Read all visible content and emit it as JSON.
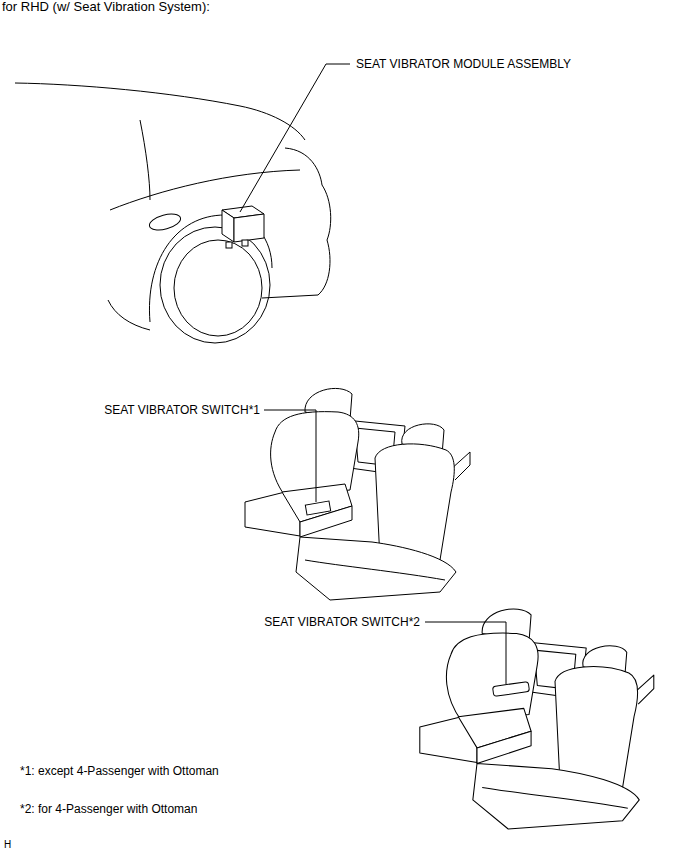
{
  "diagram": {
    "title": "for RHD (w/ Seat Vibration System):",
    "labels": [
      "SEAT VIBRATOR MODULE ASSEMBLY",
      "SEAT VIBRATOR SWITCH*1",
      "SEAT VIBRATOR SWITCH*2",
      "*1: except 4-Passenger with Ottoman",
      "*2: for 4-Passenger with Ottoman",
      "H"
    ]
  }
}
